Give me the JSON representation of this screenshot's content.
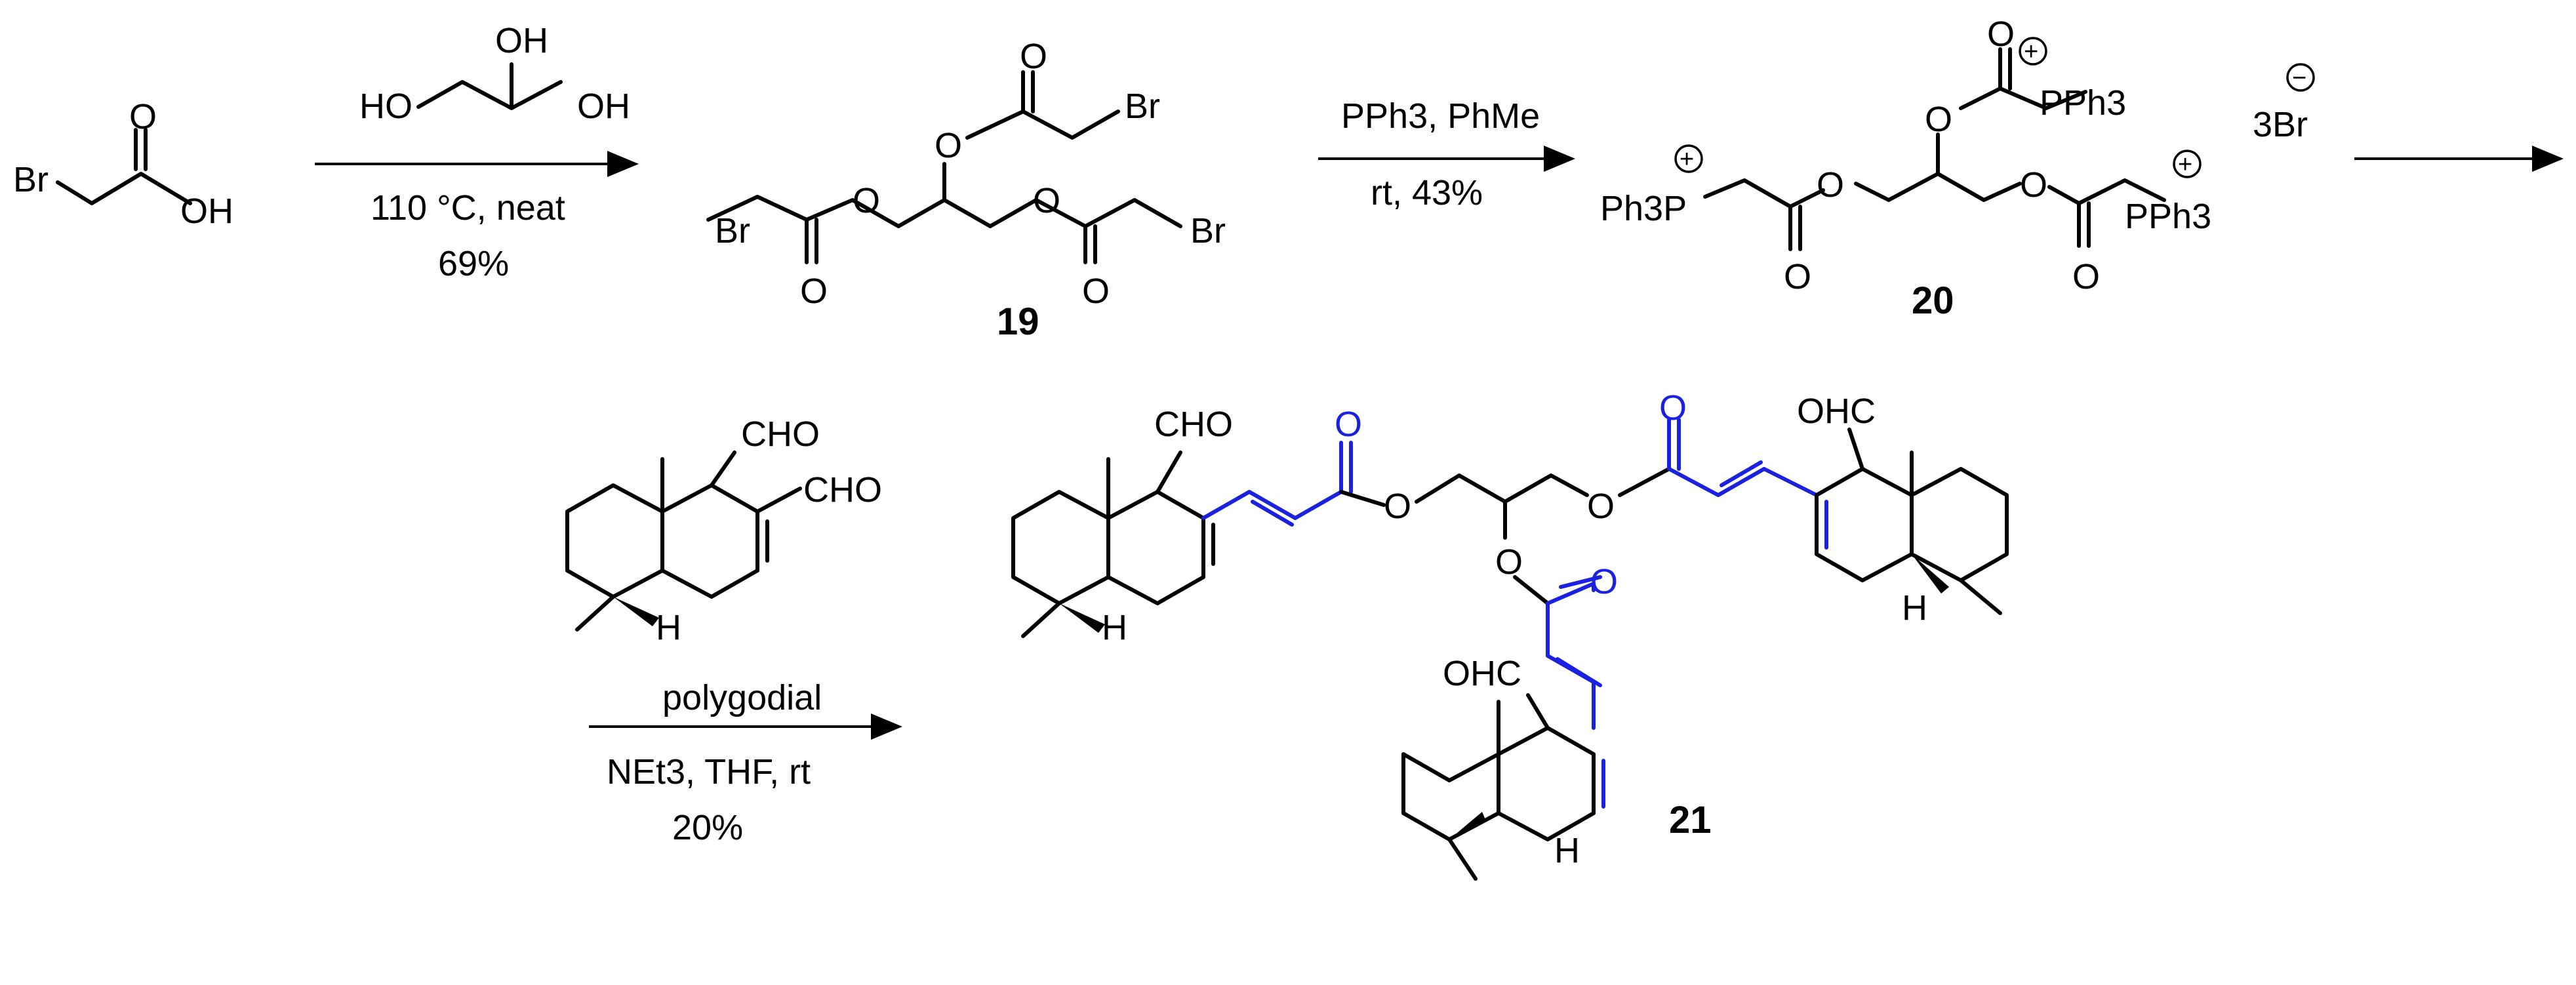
{
  "scheme": {
    "compounds": {
      "c19": "19",
      "c20": "20",
      "c21": "21"
    },
    "reagent_labels": {
      "glycerol_oh_top": "OH",
      "glycerol_ho_left": "HO",
      "glycerol_oh_right": "OH",
      "step1_conditions": "110 °C, neat",
      "step1_yield": "69%",
      "step2_reagents": "PPh3, PhMe",
      "step2_conditions": "rt, 43%",
      "step3_reagent": "polygodial",
      "step3_conditions": "NEt3, THF, rt",
      "step3_yield": "20%"
    },
    "atom_labels": {
      "br": "Br",
      "o": "O",
      "oh": "OH",
      "pph3": "PPh3",
      "ph3p": "Ph3P",
      "cho": "CHO",
      "ohc": "OHC",
      "h": "H",
      "counterion": "3Br"
    }
  },
  "colors": {
    "ink": "#000000",
    "highlight": "#1a22e0"
  }
}
